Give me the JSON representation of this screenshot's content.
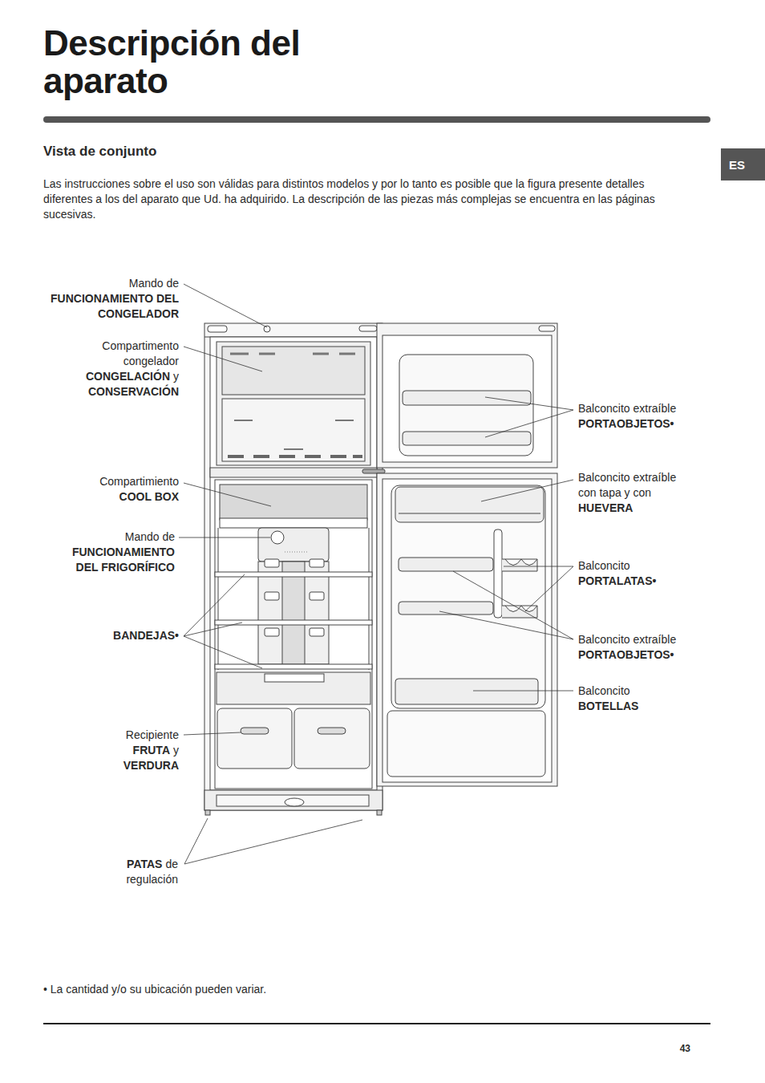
{
  "diagram": {
    "title": "Descripción del aparato",
    "nodes": [
      {
        "text": [
          "ES"
        ]
      }
    ],
    "labels": [
      "Vista de conjunto",
      "Las instrucciones sobre el uso son válidas para distintos modelos y por lo tanto es posible que la figura presente detalles diferentes a los del aparato que Ud. ha adquirido. La descripción de las piezas más complejas se encuentra en las páginas sucesivas.",
      "Mando de",
      "FUNCIONAMIENTO DEL CONGELADOR",
      "Compartimento congelador",
      "CONGELACIÓN",
      "y",
      "CONSERVACIÓN",
      "Compartimiento",
      "COOL BOX",
      "Mando de",
      "FUNCIONAMIENTO DEL FRIGORÍFICO",
      "BANDEJAS•",
      "Recipiente",
      "FRUTA",
      "y",
      "VERDURA",
      "PATAS",
      "de regulación",
      "Balconcito extraíble",
      "PORTAOBJETOS•",
      "Balconcito extraíble con tapa y con",
      "HUEVERA",
      "Balconcito",
      "PORTALATAS•",
      "Balconcito extraíble",
      "PORTAOBJETOS•",
      "Balconcito",
      "BOTELLAS",
      "• La cantidad y/o su ubicación pueden variar.",
      "43"
    ]
  }
}
